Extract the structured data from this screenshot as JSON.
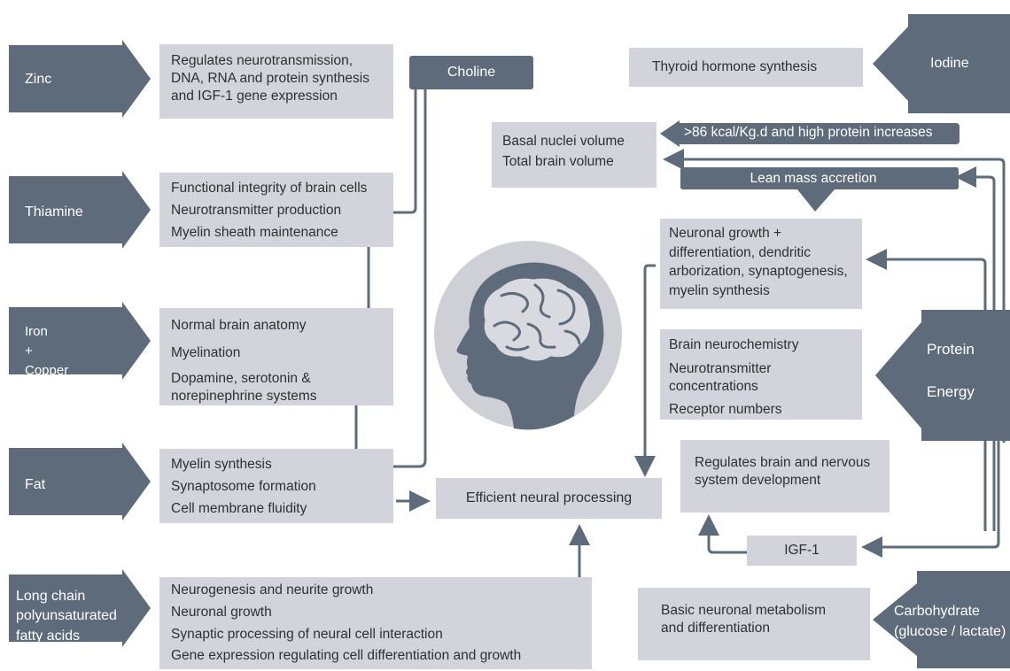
{
  "nutrients": {
    "zinc": "Zinc",
    "thiamine": "Thiamine",
    "iron_copper": "Iron\n+\nCopper",
    "fat": "Fat",
    "lcpufa": "Long chain\npolyunsaturated\nfatty acids",
    "iodine": "Iodine",
    "protein_energy": "Protein\n\nEnergy",
    "carbohydrate": "Carbohydrate\n(glucose / lactate)",
    "choline": "Choline"
  },
  "effects": {
    "zinc": [
      "Regulates neurotransmission,",
      "DNA, RNA and protein synthesis",
      "and IGF-1 gene expression"
    ],
    "thiamine": [
      "Functional integrity of brain cells",
      "Neurotransmitter production",
      "Myelin sheath maintenance"
    ],
    "iron_copper": [
      "Normal brain anatomy",
      "Myelination",
      "Dopamine, serotonin &",
      "norepinephrine systems"
    ],
    "fat": [
      "Myelin synthesis",
      "Synaptosome formation",
      "Cell membrane fluidity"
    ],
    "lcpufa": [
      "Neurogenesis and neurite growth",
      "Neuronal growth",
      "Synaptic processing of neural cell interaction",
      "Gene expression regulating cell differentiation and growth"
    ],
    "iodine": [
      "Thyroid hormone synthesis"
    ],
    "volume": [
      "Basal nuclei volume",
      "Total brain volume"
    ],
    "kcal": ">86 kcal/Kg.d and high protein increases",
    "lean_mass": "Lean mass accretion",
    "neuronal_growth": [
      "Neuronal growth +",
      "differentiation, dendritic",
      "arborization, synaptogenesis,",
      "myelin synthesis"
    ],
    "neurochem": [
      "Brain neurochemistry",
      "Neurotransmitter",
      "concentrations",
      "Receptor numbers"
    ],
    "regulates_brain": [
      "Regulates brain and nervous",
      "system development"
    ],
    "igf1": "IGF-1",
    "basic_metabolism": [
      "Basic neuronal metabolism",
      "and differentiation"
    ],
    "efficient": "Efficient neural processing"
  },
  "colors": {
    "arrow": "#5d6b7b",
    "box": "#d3d3dc",
    "line": "#5d6b7b",
    "brain_bg": "#cfd0d6"
  },
  "icons": {
    "center": "child-brain-icon"
  }
}
